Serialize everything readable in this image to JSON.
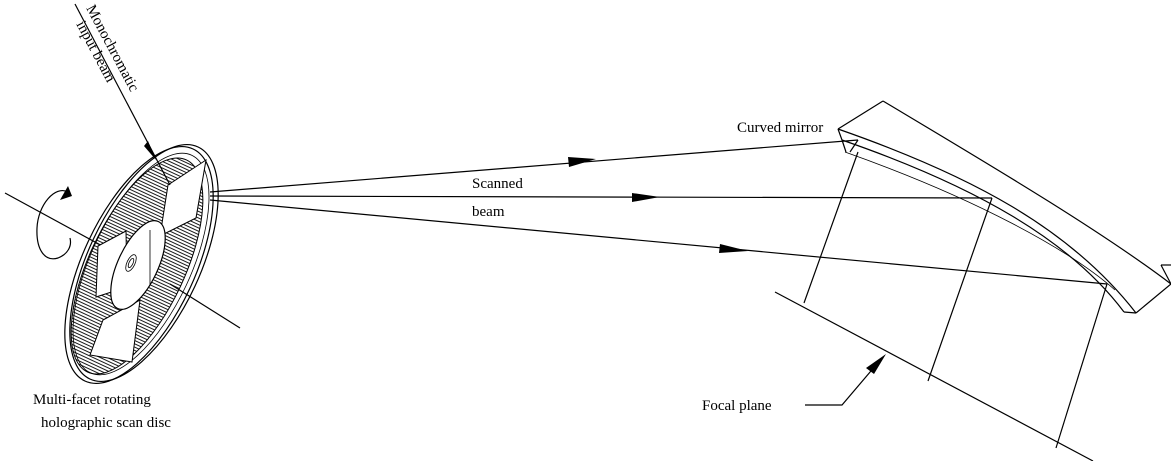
{
  "labels": {
    "input_beam_line1": "Monochromatic",
    "input_beam_line2": "input beam",
    "scanned_beam_line1": "Scanned",
    "scanned_beam_line2": "beam",
    "curved_mirror": "Curved mirror",
    "focal_plane": "Focal plane",
    "disc_line1": "Multi-facet rotating",
    "disc_line2": "holographic scan disc"
  },
  "colors": {
    "ink": "#000000",
    "background": "#ffffff",
    "hatch": "#000000"
  },
  "icons": {
    "rotation": "rotation-arrow-icon",
    "arrowhead": "beam-arrowhead-icon"
  }
}
